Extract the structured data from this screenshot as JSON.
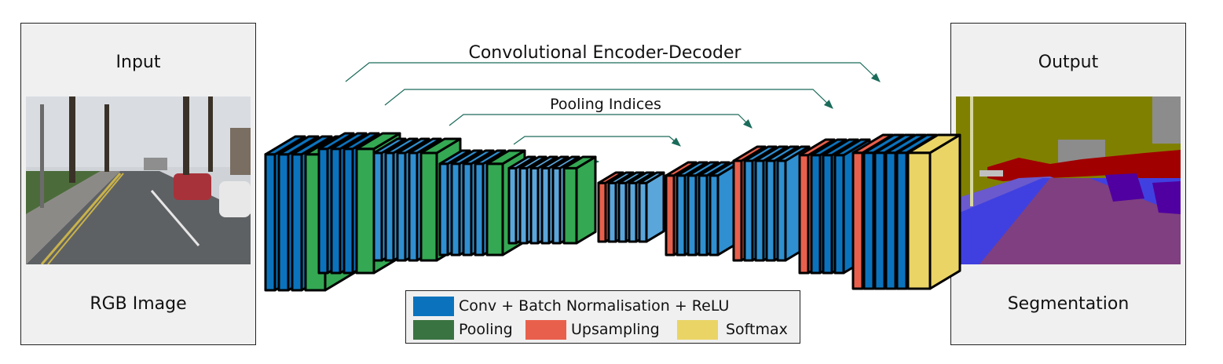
{
  "input_panel": {
    "title": "Input",
    "caption": "RGB Image"
  },
  "output_panel": {
    "title": "Output",
    "caption": "Segmentation"
  },
  "network": {
    "title": "Convolutional Encoder-Decoder",
    "indices_label": "Pooling Indices"
  },
  "legend": {
    "conv_label": "Conv + Batch Normalisation + ReLU",
    "pooling_label": "Pooling",
    "upsampling_label": "Upsampling",
    "softmax_label": "Softmax"
  },
  "colors": {
    "conv_dark": "#0b73bd",
    "conv_mid": "#2f8fd0",
    "conv_light": "#5aa6db",
    "pooling": "#34a853",
    "pooling_legend": "#3a7342",
    "upsampling": "#e8604c",
    "softmax": "#ead466",
    "legend_conv": "#0b73bd",
    "legend_upsampling": "#e8604c",
    "legend_softmax": "#ead466"
  }
}
